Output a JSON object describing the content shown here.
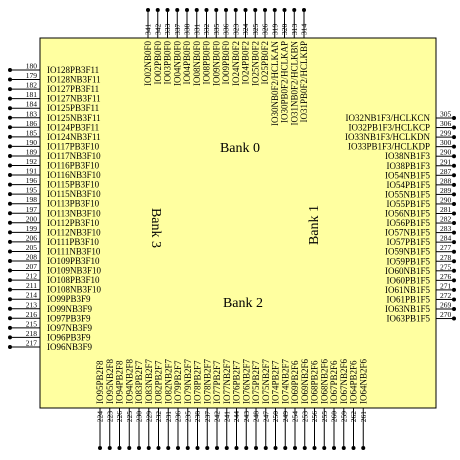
{
  "chip": {
    "body_fill": "#ffffa0",
    "body_stroke": "#000000",
    "banks": [
      "Bank 0",
      "Bank 1",
      "Bank 2",
      "Bank 3"
    ]
  },
  "pins": {
    "left": [
      {
        "num": "180",
        "label": "IO128PB3F11"
      },
      {
        "num": "179",
        "label": "IO128NB3F11"
      },
      {
        "num": "182",
        "label": "IO127PB3F11"
      },
      {
        "num": "181",
        "label": "IO127NB3F11"
      },
      {
        "num": "184",
        "label": "IO125PB3F11"
      },
      {
        "num": "183",
        "label": "IO125NB3F11"
      },
      {
        "num": "186",
        "label": "IO124PB3F11"
      },
      {
        "num": "185",
        "label": "IO124NB3F11"
      },
      {
        "num": "190",
        "label": "IO117PB3F10"
      },
      {
        "num": "189",
        "label": "IO117NB3F10"
      },
      {
        "num": "192",
        "label": "IO116PB3F10"
      },
      {
        "num": "191",
        "label": "IO116NB3F10"
      },
      {
        "num": "196",
        "label": "IO115PB3F10"
      },
      {
        "num": "195",
        "label": "IO115NB3F10"
      },
      {
        "num": "198",
        "label": "IO113PB3F10"
      },
      {
        "num": "197",
        "label": "IO113NB3F10"
      },
      {
        "num": "200",
        "label": "IO112PB3F10"
      },
      {
        "num": "199",
        "label": "IO112NB3F10"
      },
      {
        "num": "206",
        "label": "IO111PB3F10"
      },
      {
        "num": "205",
        "label": "IO111NB3F10"
      },
      {
        "num": "208",
        "label": "IO109PB3F10"
      },
      {
        "num": "207",
        "label": "IO109NB3F10"
      },
      {
        "num": "212",
        "label": "IO108PB3F10"
      },
      {
        "num": "211",
        "label": "IO108NB3F10"
      },
      {
        "num": "214",
        "label": "IO99PB3F9"
      },
      {
        "num": "213",
        "label": "IO99NB3F9"
      },
      {
        "num": "216",
        "label": "IO97PB3F9"
      },
      {
        "num": "215",
        "label": "IO97NB3F9"
      },
      {
        "num": "218",
        "label": "IO96PB3F9"
      },
      {
        "num": "217",
        "label": "IO96NB3F9"
      }
    ],
    "top": [
      {
        "num": "341",
        "label": "IO02NB0F0"
      },
      {
        "num": "342",
        "label": "IO02PB0F0"
      },
      {
        "num": "333",
        "label": "IO03PB0F0"
      },
      {
        "num": "337",
        "label": "IO04NB0F0"
      },
      {
        "num": "338",
        "label": "IO04PB0F0"
      },
      {
        "num": "331",
        "label": "IO08NB0F0"
      },
      {
        "num": "332",
        "label": "IO08PB0F0"
      },
      {
        "num": "335",
        "label": "IO09NB0F0"
      },
      {
        "num": "336",
        "label": "IO09PB0F0"
      },
      {
        "num": "323",
        "label": "IO24NB0F2"
      },
      {
        "num": "324",
        "label": "IO24PB0F2"
      },
      {
        "num": "325",
        "label": "IO25NB0F2"
      },
      {
        "num": "326",
        "label": "IO25PB0F2"
      },
      {
        "num": "319",
        "label": "IO30NB0F2/HCLKAN"
      },
      {
        "num": "320",
        "label": "IO30PB0F2/HCLKAP"
      },
      {
        "num": "313",
        "label": "IO31NB0F2/HCLKBN"
      },
      {
        "num": "314",
        "label": "IO31PB0F2/HCLKBP"
      }
    ],
    "right": [
      {
        "num": "305",
        "label": "IO32NB1F3/HCLKCN"
      },
      {
        "num": "306",
        "label": "IO32PB1F3/HCLKCP"
      },
      {
        "num": "299",
        "label": "IO33NB1F3/HCLKDN"
      },
      {
        "num": "300",
        "label": "IO33PB1F3/HCLKDP"
      },
      {
        "num": "290",
        "label": "IO38NB1F3"
      },
      {
        "num": "291",
        "label": "IO38PB1F3"
      },
      {
        "num": "287",
        "label": "IO54NB1F5"
      },
      {
        "num": "288",
        "label": "IO54PB1F5"
      },
      {
        "num": "289",
        "label": "IO55NB1F5"
      },
      {
        "num": "290",
        "label": "IO55PB1F5"
      },
      {
        "num": "281",
        "label": "IO56NB1F5"
      },
      {
        "num": "282",
        "label": "IO56PB1F5"
      },
      {
        "num": "283",
        "label": "IO57NB1F5"
      },
      {
        "num": "284",
        "label": "IO57PB1F5"
      },
      {
        "num": "277",
        "label": "IO59NB1F5"
      },
      {
        "num": "278",
        "label": "IO59PB1F5"
      },
      {
        "num": "275",
        "label": "IO60NB1F5"
      },
      {
        "num": "276",
        "label": "IO60PB1F5"
      },
      {
        "num": "271",
        "label": "IO61NB1F5"
      },
      {
        "num": "272",
        "label": "IO61PB1F5"
      },
      {
        "num": "269",
        "label": "IO63NB1F5"
      },
      {
        "num": "270",
        "label": "IO63PB1F5"
      }
    ],
    "bottom": [
      {
        "num": "224",
        "label": "IO95PB2F8"
      },
      {
        "num": "223",
        "label": "IO95NB2F8"
      },
      {
        "num": "226",
        "label": "IO94PB2F8"
      },
      {
        "num": "225",
        "label": "IO94NB2F8"
      },
      {
        "num": "230",
        "label": "IO83PB2F7"
      },
      {
        "num": "229",
        "label": "IO83NB2F7"
      },
      {
        "num": "232",
        "label": "IO82PB2F7"
      },
      {
        "num": "231",
        "label": "IO82NB2F7"
      },
      {
        "num": "236",
        "label": "IO79PB2F7"
      },
      {
        "num": "235",
        "label": "IO79NB2F7"
      },
      {
        "num": "238",
        "label": "IO78PB2F7"
      },
      {
        "num": "237",
        "label": "IO78NB2F7"
      },
      {
        "num": "242",
        "label": "IO77PB2F7"
      },
      {
        "num": "241",
        "label": "IO77NB2F7"
      },
      {
        "num": "244",
        "label": "IO76PB2F7"
      },
      {
        "num": "243",
        "label": "IO76NB2F7"
      },
      {
        "num": "248",
        "label": "IO75PB2F7"
      },
      {
        "num": "247",
        "label": "IO75NB2F7"
      },
      {
        "num": "250",
        "label": "IO74PB2F7"
      },
      {
        "num": "249",
        "label": "IO74NB2F7"
      },
      {
        "num": "254",
        "label": "IO69PB2F6"
      },
      {
        "num": "253",
        "label": "IO69NB2F6"
      },
      {
        "num": "256",
        "label": "IO68PB2F6"
      },
      {
        "num": "255",
        "label": "IO68NB2F6"
      },
      {
        "num": "260",
        "label": "IO67PB2F6"
      },
      {
        "num": "259",
        "label": "IO67NB2F6"
      },
      {
        "num": "262",
        "label": "IO64PB2F6"
      },
      {
        "num": "261",
        "label": "IO64NB2F6"
      }
    ]
  }
}
